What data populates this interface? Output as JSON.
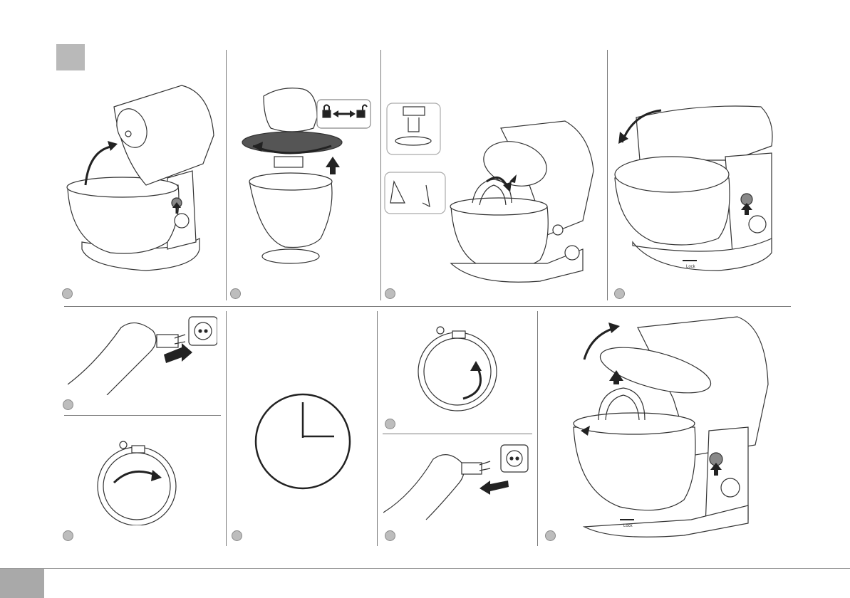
{
  "page": {
    "background": "#ffffff",
    "accent_gray": "#b9b9b9",
    "line_color": "#7a7a7a"
  },
  "panels": [
    {
      "id": "attach-bowl",
      "icon": "mixer-head-tilt-up-icon"
    },
    {
      "id": "lock-splash-guard",
      "icon": "padlock-lock-unlock-icon"
    },
    {
      "id": "insert-attachment",
      "icon": "beater-dough-hook-icon"
    },
    {
      "id": "lower-head",
      "icon": "mixer-head-lower-icon"
    },
    {
      "id": "plug-in",
      "icon": "plug-socket-icon"
    },
    {
      "id": "select-speed",
      "icon": "speed-dial-clockwise-icon"
    },
    {
      "id": "mixing-time",
      "icon": "clock-icon"
    },
    {
      "id": "return-to-zero",
      "icon": "speed-dial-counterclockwise-icon"
    },
    {
      "id": "unplug",
      "icon": "unplug-icon"
    },
    {
      "id": "remove-bowl",
      "icon": "mixer-head-tilt-up-remove-icon"
    }
  ],
  "labels": {
    "lock_base": "Lock"
  }
}
